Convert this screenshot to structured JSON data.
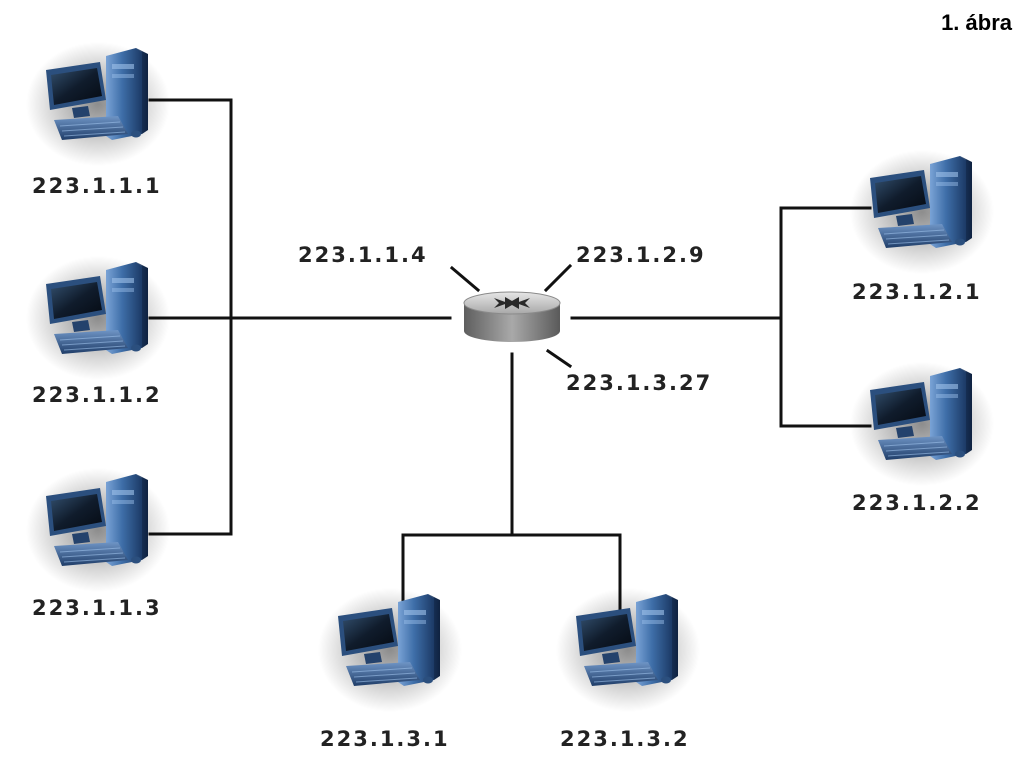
{
  "figure_title": "1. ábra",
  "router": {
    "interfaces": [
      {
        "id": "if-subnet1",
        "label": "223.1.1.4"
      },
      {
        "id": "if-subnet2",
        "label": "223.1.2.9"
      },
      {
        "id": "if-subnet3",
        "label": "223.1.3.27"
      }
    ]
  },
  "hosts": [
    {
      "id": "host-1",
      "label": "223.1.1.1",
      "subnet": "223.1.1"
    },
    {
      "id": "host-2",
      "label": "223.1.1.2",
      "subnet": "223.1.1"
    },
    {
      "id": "host-3",
      "label": "223.1.1.3",
      "subnet": "223.1.1"
    },
    {
      "id": "host-4",
      "label": "223.1.2.1",
      "subnet": "223.1.2"
    },
    {
      "id": "host-5",
      "label": "223.1.2.2",
      "subnet": "223.1.2"
    },
    {
      "id": "host-6",
      "label": "223.1.3.1",
      "subnet": "223.1.3"
    },
    {
      "id": "host-7",
      "label": "223.1.3.2",
      "subnet": "223.1.3"
    }
  ],
  "colors": {
    "line": "#111111",
    "tower_dark": "#1c3a66",
    "tower_mid": "#3e6ea8",
    "tower_light": "#7aa3d6",
    "monitor_frame": "#2b4f7e",
    "monitor_screen": "#0e1a2a",
    "router_body": "#8c8c8c",
    "router_top": "#c9c9c9"
  }
}
